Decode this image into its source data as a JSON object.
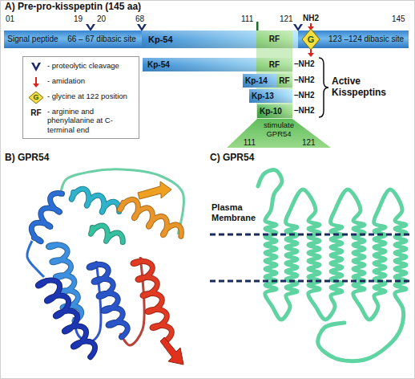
{
  "diagram": {
    "nodes": [
      {
        "text": [
          "Signal peptide"
        ]
      },
      {
        "text": [
          "66 – 67 dibasic site"
        ]
      },
      {
        "text": [
          "Kp-54"
        ]
      },
      {
        "text": [
          "RF"
        ],
        "in": 2
      },
      {
        "text": [
          "123 –124 dibasic site"
        ]
      },
      {
        "text": [
          "G"
        ],
        "in": 4
      },
      {
        "text": [
          "Kp-54"
        ]
      },
      {
        "text": [
          "RF"
        ],
        "in": 6
      },
      {
        "text": [
          "Kp-14"
        ]
      },
      {
        "text": [
          "RF"
        ],
        "in": 8
      },
      {
        "text": [
          "Kp-13"
        ]
      },
      {
        "text": [
          "Kp-10"
        ]
      },
      {
        "text": [
          "111",
          "stimulate GPR54",
          "121"
        ]
      }
    ],
    "labels": [
      "A) Pre-pro-kisspeptin (145 aa)",
      "01",
      "19",
      "20",
      "68",
      "111",
      "121",
      "NH2",
      "145",
      "–NH2",
      "–NH2",
      "–NH2",
      "–NH2",
      "Active Kisspeptins",
      "G",
      "RF",
      "B) GPR54",
      "C) GPR54",
      "Plasma Membrane"
    ],
    "legend": [
      {
        "text": "- proteolytic cleavage"
      },
      {
        "text": "- amidation"
      },
      {
        "text": "- glycine at 122 position"
      },
      {
        "text": "- arginine and phenylalanine at C-terminal end"
      }
    ]
  }
}
